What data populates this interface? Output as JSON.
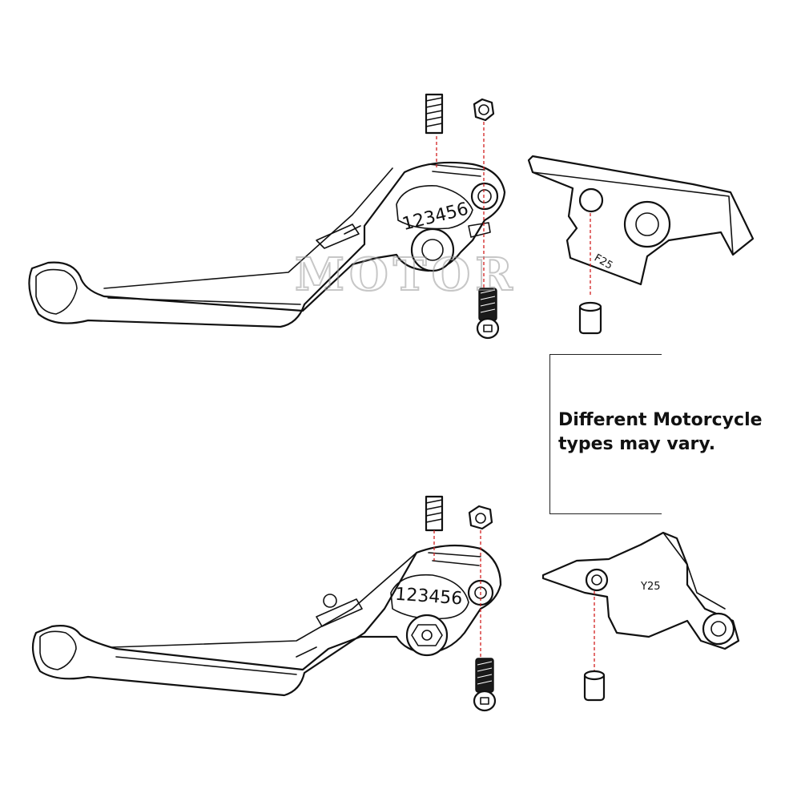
{
  "note": {
    "line1": "Different Motorcycle",
    "line2": "types may vary."
  },
  "top_assembly": {
    "adjuster_digits": "123456",
    "bracket_code": "F25"
  },
  "bottom_assembly": {
    "adjuster_digits": "123456",
    "bracket_code": "Y25"
  },
  "watermark": "MOTOR"
}
